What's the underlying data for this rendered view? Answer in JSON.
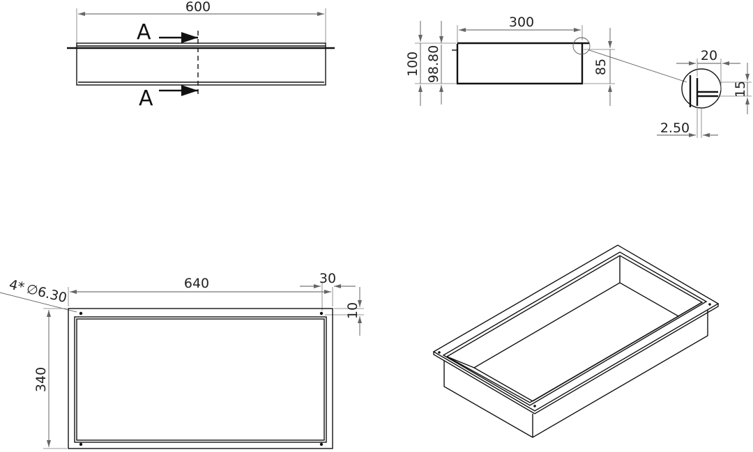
{
  "front_view": {
    "width_dim": "600",
    "section_label_top": "A",
    "section_label_bottom": "A"
  },
  "side_view": {
    "width_dim": "300",
    "overall_height_dim": "100",
    "inner_height_dim": "98.80",
    "depth_dim": "85"
  },
  "detail_view": {
    "flange_width_dim": "20",
    "flange_height_dim": "15",
    "thickness_dim": "2.50"
  },
  "top_view": {
    "hole_note_count": "4*",
    "hole_note_diameter_symbol": "∅",
    "hole_note_value": "6.30",
    "width_dim": "640",
    "edge_offset_dim": "30",
    "hole_offset_dim": "10",
    "height_dim": "340"
  }
}
